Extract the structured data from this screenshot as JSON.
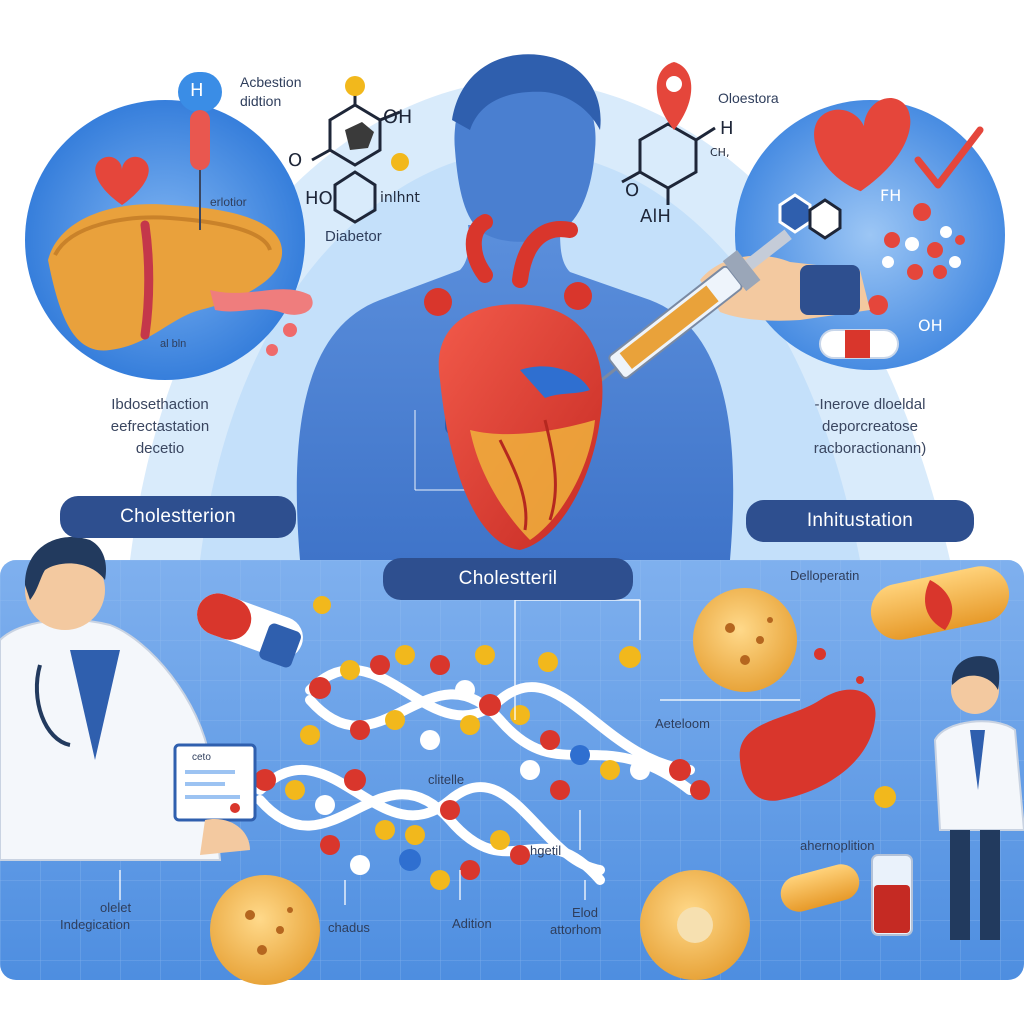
{
  "left_panel": {
    "h_badge": "H",
    "note_line1": "Acbestion",
    "note_line2": "didtion",
    "tag_right": "erlotior",
    "tag_bottom": "al bln",
    "paragraph": [
      "Ibdosethaction",
      "eefrectastation",
      "decetio"
    ]
  },
  "center_chem": {
    "oh": "OH",
    "o": "O",
    "ho": "HO",
    "inhint": "inlhnt",
    "caption": "Diabetor"
  },
  "right_chem": {
    "label": "Oloestora",
    "h": "H",
    "ch": "CH,",
    "o": "O",
    "alh": "AlH"
  },
  "right_panel": {
    "fh": "FH",
    "oh": "OH",
    "paragraph": [
      "-Inerove dloeldal",
      "deporcreatose",
      "racboractionann)"
    ]
  },
  "buttons": {
    "left": "Cholestterion",
    "center": "Cholestteril",
    "right": "Inhitustation"
  },
  "bottom_labels": {
    "delloperatin": "Delloperatin",
    "aeteloom": "Aeteloom",
    "ditlelle": "clitelle",
    "hgetil": "hgetil",
    "ahernoplition": "ahernoplition",
    "clipboard_title": "ceto",
    "olelet_line1": "olelet",
    "olelet_line2": "Indegication",
    "chadus": "chadus",
    "adition": "Adition",
    "blood_line1": "Elod",
    "blood_line2": "attorhom"
  },
  "colors": {
    "accent_blue": "#2e4f8f",
    "body_blue": "#4a7fd0",
    "heart_red": "#d9362c",
    "circle_blue": "#3f86e0",
    "panel_blue": "#5f9be6"
  }
}
